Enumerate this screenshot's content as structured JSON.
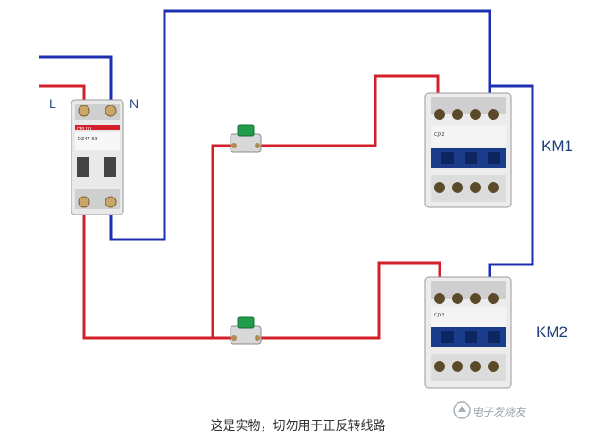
{
  "labels": {
    "live": "L",
    "neutral": "N",
    "km1": "KM1",
    "km2": "KM2"
  },
  "caption": "这是实物，切勿用于正反转线路",
  "watermark": "电子发烧友",
  "breaker": {
    "brand": "DELIXI",
    "model": "DZ47-63"
  },
  "contactor": {
    "model": "CJX2"
  },
  "colors": {
    "live_wire": "#d3202a",
    "neutral_wire": "#1d2fb0",
    "contactor_blue": "#1a3c8a"
  }
}
